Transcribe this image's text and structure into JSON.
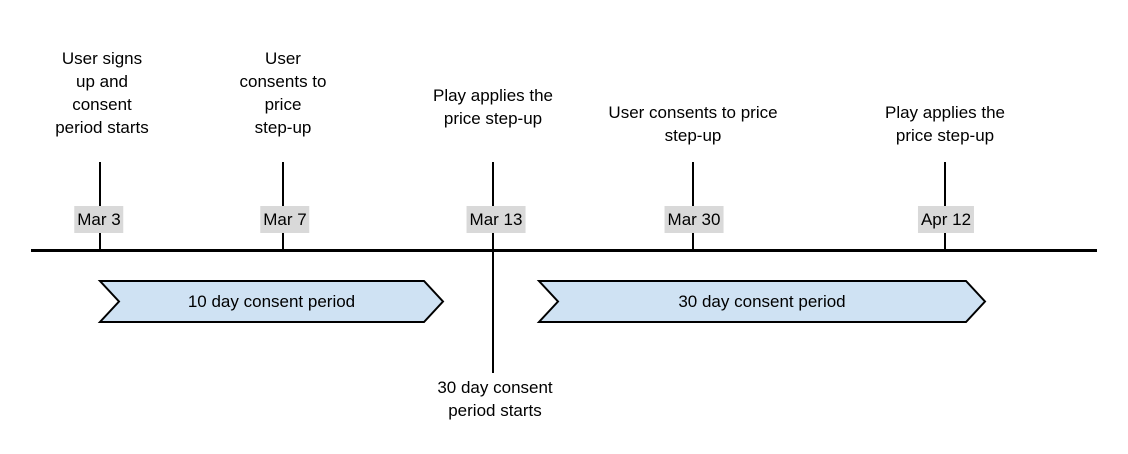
{
  "colors": {
    "background": "#ffffff",
    "text_color": "#000000",
    "line_color": "#000000",
    "date_chip_bg": "#d9d9d9",
    "banner_fill": "#cfe2f3",
    "banner_border": "#000000"
  },
  "timeline": {
    "events": [
      {
        "label": "User signs\nup and\nconsent\nperiod starts",
        "date": "Mar 3"
      },
      {
        "label": "User\nconsents to\nprice\nstep-up",
        "date": "Mar 7"
      },
      {
        "label": "Play applies the\nprice step-up",
        "date": "Mar 13"
      },
      {
        "label": "User consents to price\nstep-up",
        "date": "Mar 30"
      },
      {
        "label": "Play applies the\nprice step-up",
        "date": "Apr 12"
      }
    ],
    "banners": [
      {
        "label": "10 day consent period"
      },
      {
        "label": "30 day consent period"
      }
    ],
    "callout": {
      "text": "30 day consent\nperiod starts"
    }
  }
}
